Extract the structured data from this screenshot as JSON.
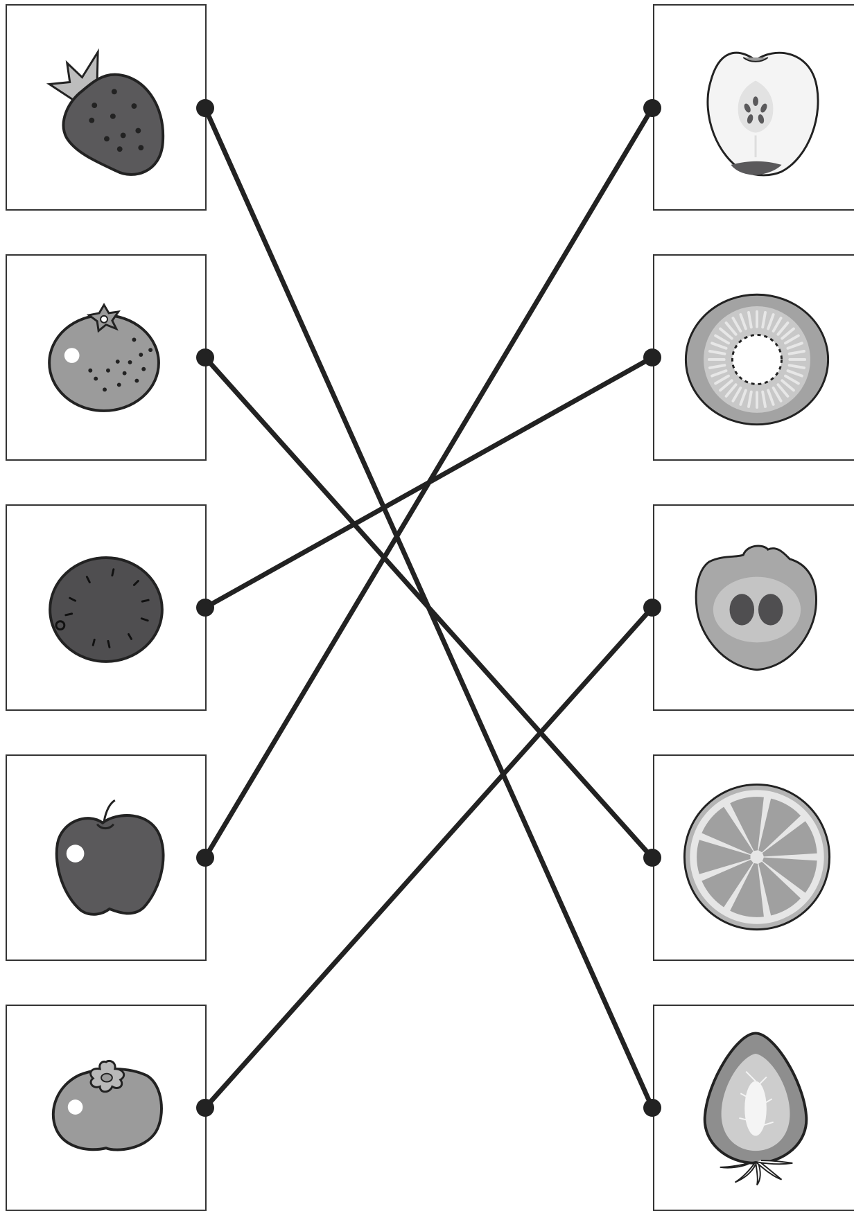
{
  "worksheet": {
    "left_column": [
      {
        "id": "L1",
        "icon": "strawberry-whole-icon"
      },
      {
        "id": "L2",
        "icon": "mandarin-whole-icon"
      },
      {
        "id": "L3",
        "icon": "kiwi-whole-icon"
      },
      {
        "id": "L4",
        "icon": "apple-whole-icon"
      },
      {
        "id": "L5",
        "icon": "persimmon-whole-icon"
      }
    ],
    "right_column": [
      {
        "id": "R1",
        "icon": "apple-cross-section-icon"
      },
      {
        "id": "R2",
        "icon": "kiwi-cross-section-icon"
      },
      {
        "id": "R3",
        "icon": "persimmon-cross-section-icon"
      },
      {
        "id": "R4",
        "icon": "citrus-cross-section-icon"
      },
      {
        "id": "R5",
        "icon": "strawberry-cross-section-icon"
      }
    ],
    "connections": [
      {
        "from": "L1",
        "to": "R5"
      },
      {
        "from": "L2",
        "to": "R4"
      },
      {
        "from": "L3",
        "to": "R2"
      },
      {
        "from": "L4",
        "to": "R1"
      },
      {
        "from": "L5",
        "to": "R3"
      }
    ],
    "colors": {
      "line": "#222222",
      "frame": "#333333",
      "dark_fruit": "#5a595b",
      "mid_fruit": "#9b9b9b",
      "light_fruit": "#cfcfcf"
    }
  }
}
